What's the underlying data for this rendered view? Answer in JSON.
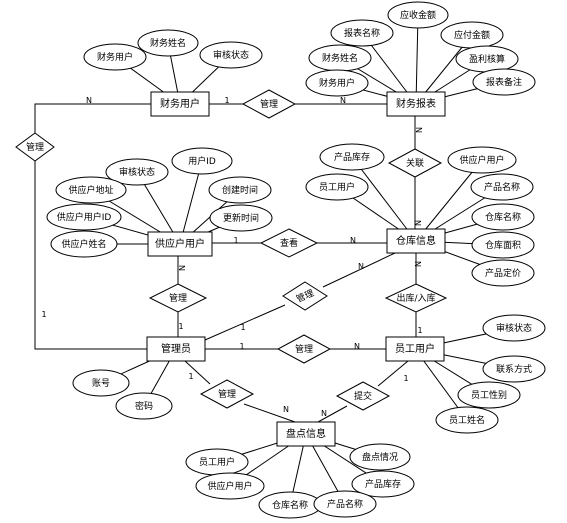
{
  "entities": {
    "finance_user": "财务用户",
    "finance_report": "财务报表",
    "supplier_user": "供应户用户",
    "warehouse": "仓库信息",
    "admin": "管理员",
    "staff": "员工用户",
    "inventory": "盘点信息"
  },
  "relations": {
    "fin_manage_left": "管理",
    "fin_manage_report": "管理",
    "associate": "关联",
    "view": "查看",
    "admin_manage_supplier": "管理",
    "admin_manage_warehouse": "管理",
    "stock_inout": "出库/入库",
    "admin_manage_staff": "管理",
    "admin_manage_inventory": "管理",
    "submit": "提交"
  },
  "attributes": {
    "fu_user": "财务用户",
    "fu_name": "财务姓名",
    "fu_status": "审核状态",
    "fr_received": "应收金额",
    "fr_name": "报表名称",
    "fr_payable": "应付金额",
    "fr_fin_name": "财务姓名",
    "fr_profit": "盈利核算",
    "fr_fin_user": "财务用户",
    "fr_remark": "报表备注",
    "su_status": "审核状态",
    "su_id": "用户ID",
    "su_addr": "供应户地址",
    "su_created": "创建时间",
    "su_user_id": "供应户用户ID",
    "su_updated": "更新时间",
    "su_name": "供应户姓名",
    "wh_stock": "产品库存",
    "wh_supplier": "供应户用户",
    "wh_staff": "员工用户",
    "wh_product": "产品名称",
    "wh_name": "仓库名称",
    "wh_area": "仓库面积",
    "wh_price": "产品定价",
    "ad_account": "账号",
    "ad_password": "密码",
    "st_status": "审核状态",
    "st_contact": "联系方式",
    "st_gender": "员工性别",
    "st_name": "员工姓名",
    "inv_situation": "盘点情况",
    "inv_staff": "员工用户",
    "inv_stock": "产品库存",
    "inv_supplier": "供应户用户",
    "inv_wh_name": "仓库名称",
    "inv_product": "产品名称"
  },
  "cardinality": {
    "one": "1",
    "many": "N"
  }
}
